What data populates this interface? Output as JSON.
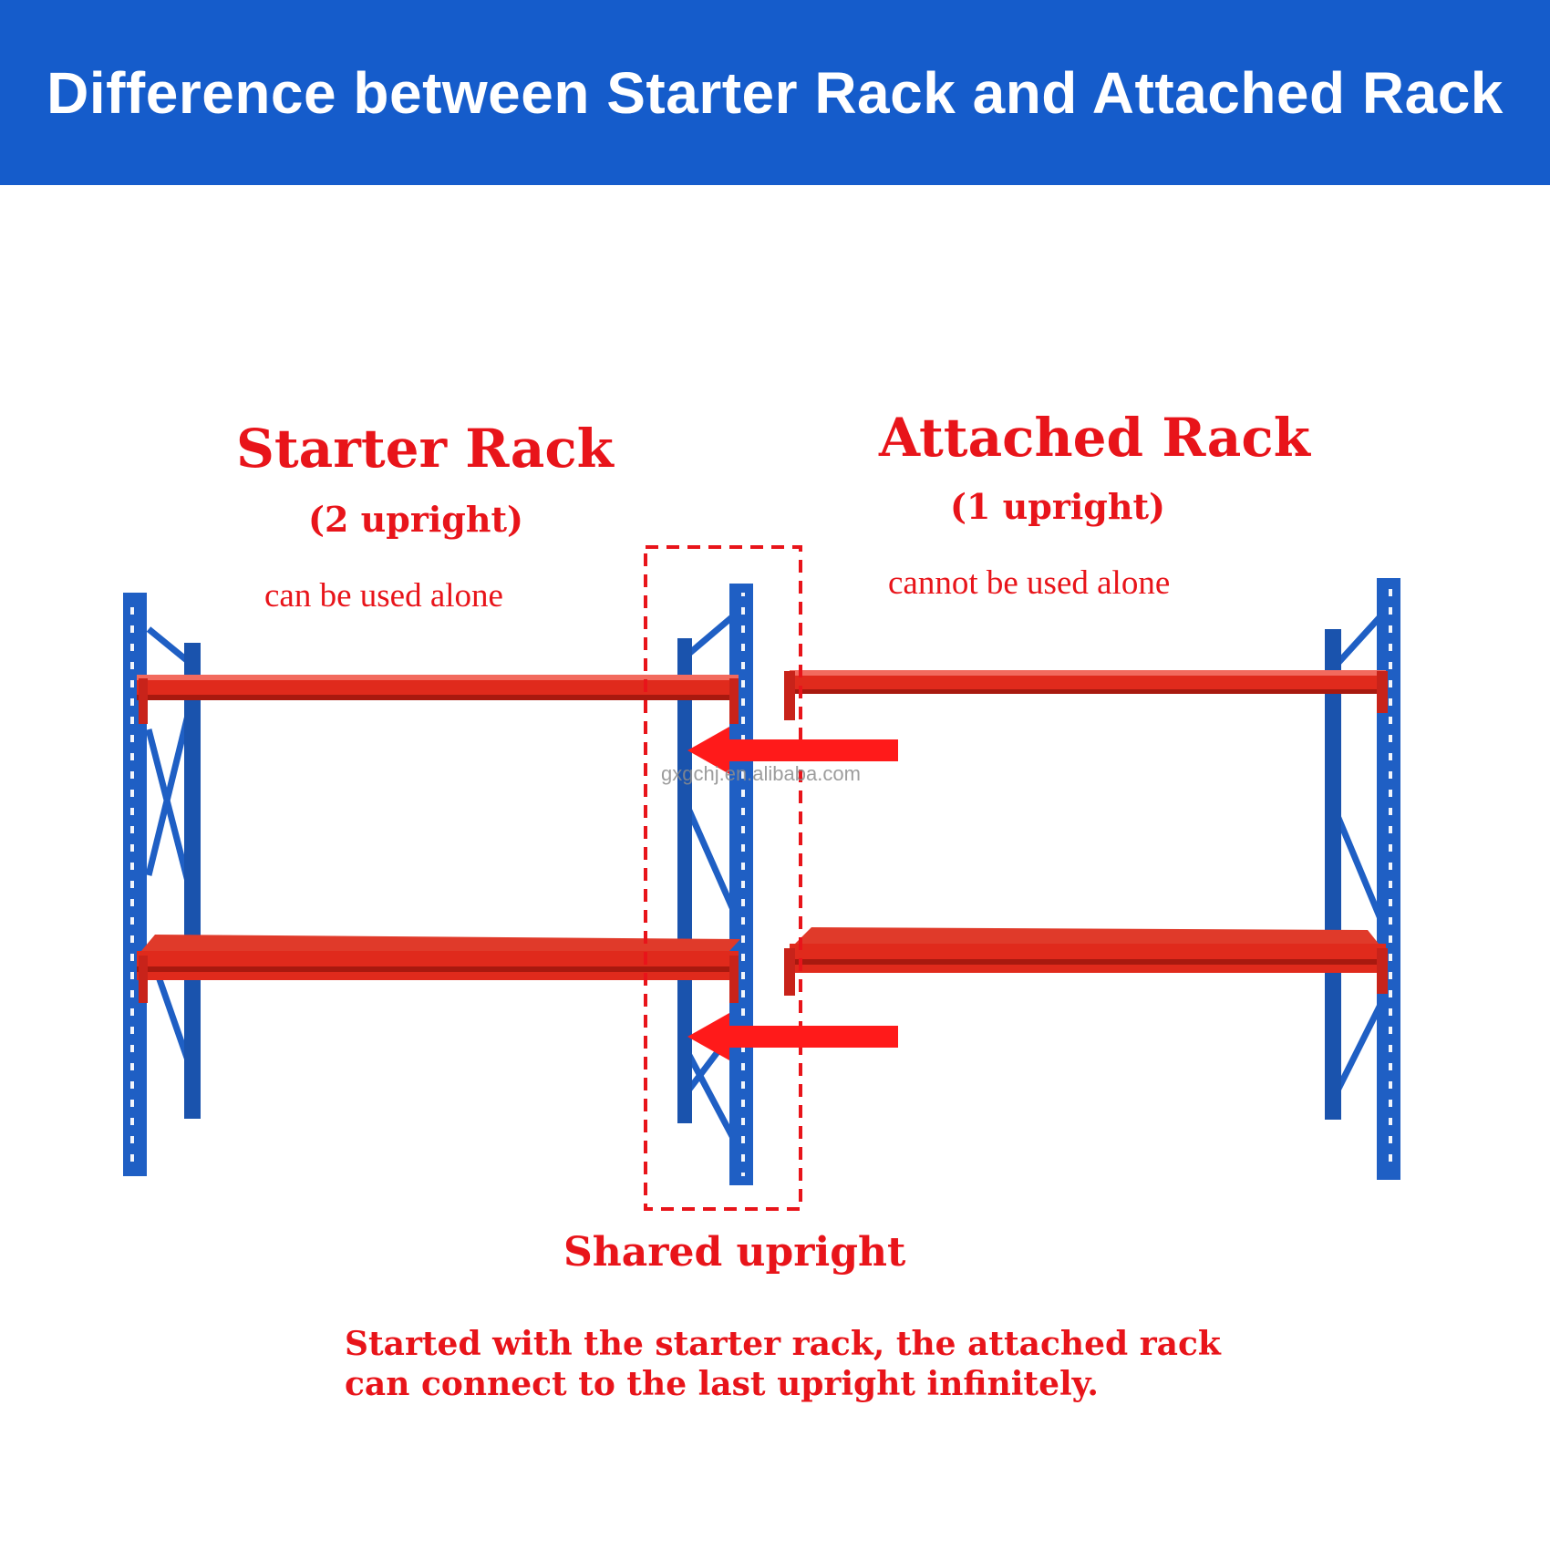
{
  "header": {
    "title": "Difference between Starter Rack and Attached Rack",
    "bg_color": "#155ccb"
  },
  "starter_rack": {
    "title": "Starter Rack",
    "subtitle": "(2 upright)",
    "note": "can be used alone"
  },
  "attached_rack": {
    "title": "Attached Rack",
    "subtitle": "(1 upright)",
    "note": "cannot be used alone"
  },
  "shared": {
    "label": "Shared upright"
  },
  "footer": {
    "note_line1": "Started with the starter rack, the attached rack",
    "note_line2": "can connect to the last upright infinitely."
  },
  "watermark": "gxgchj.en.alibaba.com",
  "colors": {
    "upright": "#1f5fc4",
    "beam": "#e02a1c",
    "text_red": "#e8141a"
  }
}
